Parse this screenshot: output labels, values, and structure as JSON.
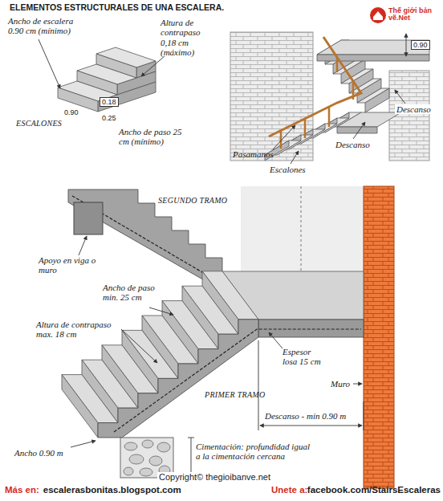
{
  "diagram": {
    "title": "ELEMENTOS ESTRUCTURALES DE UNA ESCALERA.",
    "labels": [
      "Ancho de escalera 0.90 cm (mínimo)",
      "Altura de contrapaso 0,18 cm (máximo)",
      "0.90",
      "0.18",
      "0.25",
      "ESCALONES",
      "Ancho de paso 25 cm (mínimo)",
      "0.90",
      "Descanso",
      "Pasamanos",
      "Descanso",
      "Escalones",
      "SEGUNDO TRAMO",
      "Apoyo en viga o muro",
      "Ancho de paso min. 25 cm",
      "Altura de contrapaso max. 18 cm",
      "Espesor losa 15 cm",
      "Muro",
      "PRIMER TRAMO",
      "Descanso - min 0.90 m",
      "Ancho 0.90 m",
      "Cimentación: profundidad igual a la cimentación cercana",
      "Más en:",
      "escalerasbonitas.blogspot.com",
      "Unete a:",
      "facebook.com/StairsEscaleras",
      "Copyright© thegioibanve.net",
      "Thế giới bản vẽ.Net"
    ]
  }
}
